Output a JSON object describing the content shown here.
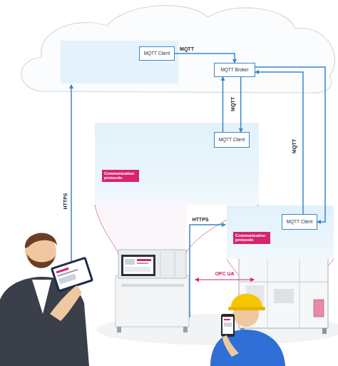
{
  "diagram": {
    "nodes": [
      {
        "text": [
          "MQTT Client"
        ]
      },
      {
        "text": [
          "MQTT Broker"
        ]
      },
      {
        "text": [
          "Communication protocols"
        ]
      },
      {
        "text": [
          "MQTT Client"
        ],
        "in": 2
      },
      {
        "text": [
          "Communication protocols"
        ]
      },
      {
        "text": [
          "MQTT Client"
        ],
        "in": 4
      }
    ],
    "edges": [
      {
        "from": 0,
        "to": 1,
        "label": "MQTT",
        "arrow": "to"
      },
      {
        "from": 1,
        "to": 3,
        "label": "MQTT",
        "arrow": "to"
      },
      {
        "from": 3,
        "to": 1,
        "arrow": "to"
      },
      {
        "from": 1,
        "to": 5,
        "label": "MQTT",
        "arrow": "to"
      },
      {
        "from": 5,
        "to": 1,
        "arrow": "to"
      }
    ],
    "labels": [
      "HTTPS",
      "HTTPS",
      "OPC UA"
    ]
  }
}
